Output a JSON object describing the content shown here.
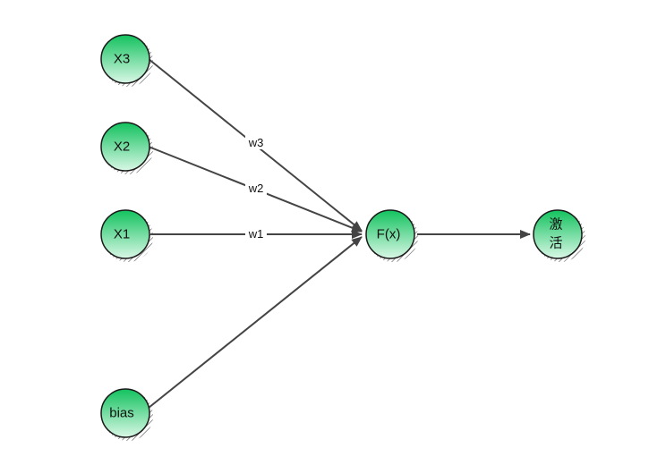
{
  "nodes": {
    "x3": {
      "label": "X3"
    },
    "x2": {
      "label": "X2"
    },
    "x1": {
      "label": "X1"
    },
    "bias": {
      "label": "bias"
    },
    "fx": {
      "label": "F(x)"
    },
    "activation": {
      "label_line1": "激",
      "label_line2": "活"
    }
  },
  "edges": {
    "w3": {
      "label": "w3"
    },
    "w2": {
      "label": "w2"
    },
    "w1": {
      "label": "w1"
    }
  },
  "colors": {
    "node_top": "#12c25e",
    "node_bottom": "#d9f7e6",
    "node_stroke": "#1a1a1a",
    "edge": "#444444"
  }
}
